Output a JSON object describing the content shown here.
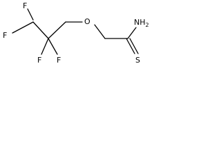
{
  "molecule": {
    "labels": {
      "f1": "F",
      "f2": "F",
      "f3": "F",
      "f4": "F",
      "o": "O",
      "nh2_n": "NH",
      "nh2_sub": "2",
      "s": "S"
    }
  }
}
